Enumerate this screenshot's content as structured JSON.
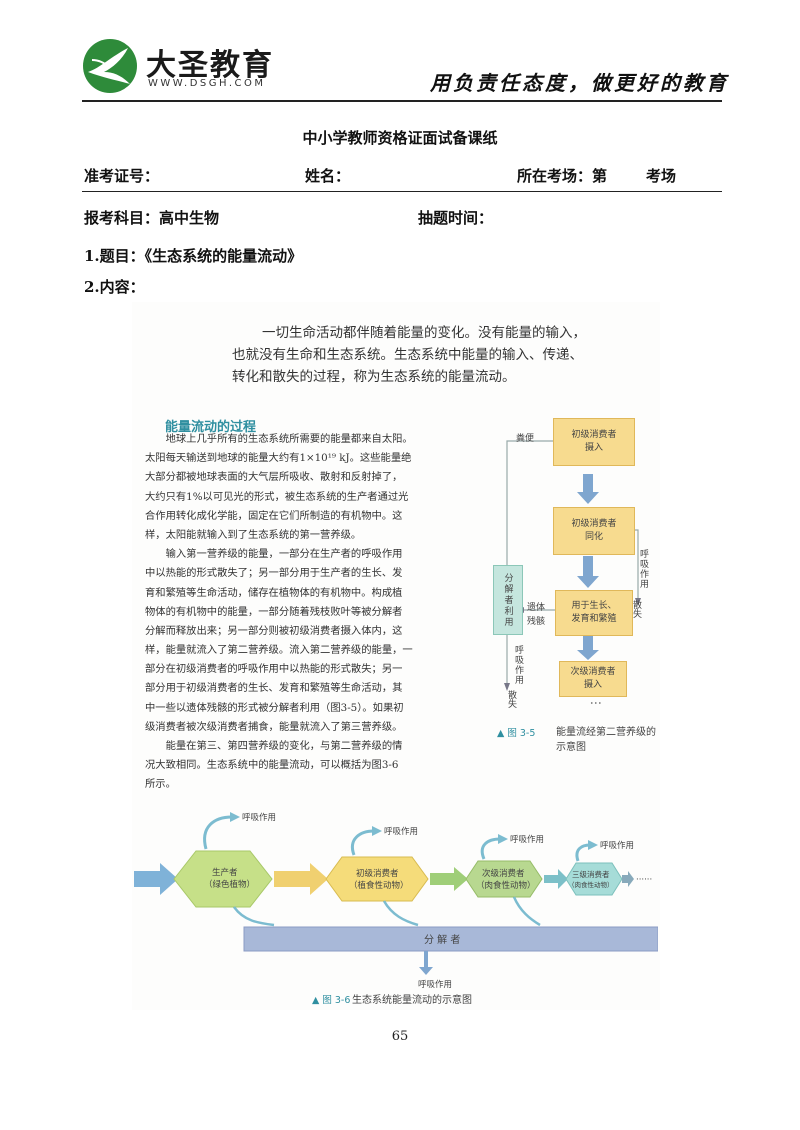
{
  "header": {
    "brand_name": "大圣教育",
    "brand_url": "WWW.DSGH.COM",
    "slogan": "用负责任态度，做更好的教育",
    "colors": {
      "logo_green": "#2e8b3a",
      "logo_dark": "#1a1a1a"
    }
  },
  "form": {
    "title": "中小学教师资格证面试备课纸",
    "exam_id_label": "准考证号：",
    "name_label": "姓名：",
    "venue_label": "所在考场：第",
    "venue_suffix": "考场",
    "subject_label": "报考科目：高中生物",
    "draw_time_label": "抽题时间：",
    "topic": "1.题目：《生态系统的能量流动》",
    "content_label": "2.内容："
  },
  "textbook": {
    "intro_lines": [
      "一切生命活动都伴随着能量的变化。没有能量的输入，",
      "也就没有生命和生态系统。生态系统中能量的输入、传递、",
      "转化和散失的过程，称为生态系统的能量流动。"
    ],
    "section_heading": "能量流动的过程",
    "paragraph_lines": [
      "　　地球上几乎所有的生态系统所需要的能量都来自太阳。",
      "太阳每天输送到地球的能量大约有1×10¹⁹ kJ。这些能量绝",
      "大部分都被地球表面的大气层所吸收、散射和反射掉了，",
      "大约只有1%以可见光的形式，被生态系统的生产者通过光",
      "合作用转化成化学能，固定在它们所制造的有机物中。这",
      "样，太阳能就输入到了生态系统的第一营养级。",
      "　　输入第一营养级的能量，一部分在生产者的呼吸作用",
      "中以热能的形式散失了；另一部分用于生产者的生长、发",
      "育和繁殖等生命活动，储存在植物体的有机物中。构成植",
      "物体的有机物中的能量，一部分随着残枝败叶等被分解者",
      "分解而释放出来；另一部分则被初级消费者摄入体内，这",
      "样，能量就流入了第二营养级。流入第二营养级的能量，一",
      "部分在初级消费者的呼吸作用中以热能的形式散失；另一",
      "部分用于初级消费者的生长、发育和繁殖等生命活动，其",
      "中一些以遗体残骸的形式被分解者利用（图3-5）。如果初",
      "级消费者被次级消费者捕食，能量就流入了第三营养级。",
      "　　能量在第三、第四营养级的变化，与第二营养级的情",
      "况大致相同。生态系统中的能量流动，可以概括为图3-6",
      "所示。"
    ],
    "fig35": {
      "box_ingest": [
        "初级消费者",
        "摄入"
      ],
      "box_assim": [
        "初级消费者",
        "同化"
      ],
      "box_growth": [
        "用于生长、",
        "发育和繁殖"
      ],
      "box_next": [
        "次级消费者",
        "摄入"
      ],
      "box_decomp": "分解者利用",
      "feces": "粪便",
      "respiration": "呼吸作用",
      "loss": "散失",
      "remains_1": "遗体",
      "remains_2": "残骸",
      "ellipsis": "⋮",
      "caption_num": "▲ 图 3-5",
      "caption_1": "能量流经第二营养级的",
      "caption_2": "示意图"
    },
    "fig36": {
      "producer": "生产者",
      "producer_sub": "（绿色植物）",
      "primary": "初级消费者",
      "primary_sub": "（植食性动物）",
      "secondary": "次级消费者",
      "secondary_sub": "（肉食性动物）",
      "tertiary": "三级消费者",
      "tertiary_sub": "（肉食性动物）",
      "respiration": "呼吸作用",
      "decomposer": "分 解 者",
      "ellipsis": "······",
      "caption_num": "▲ 图 3-6",
      "caption": "生态系统能量流动的示意图"
    }
  },
  "page_number": "65"
}
